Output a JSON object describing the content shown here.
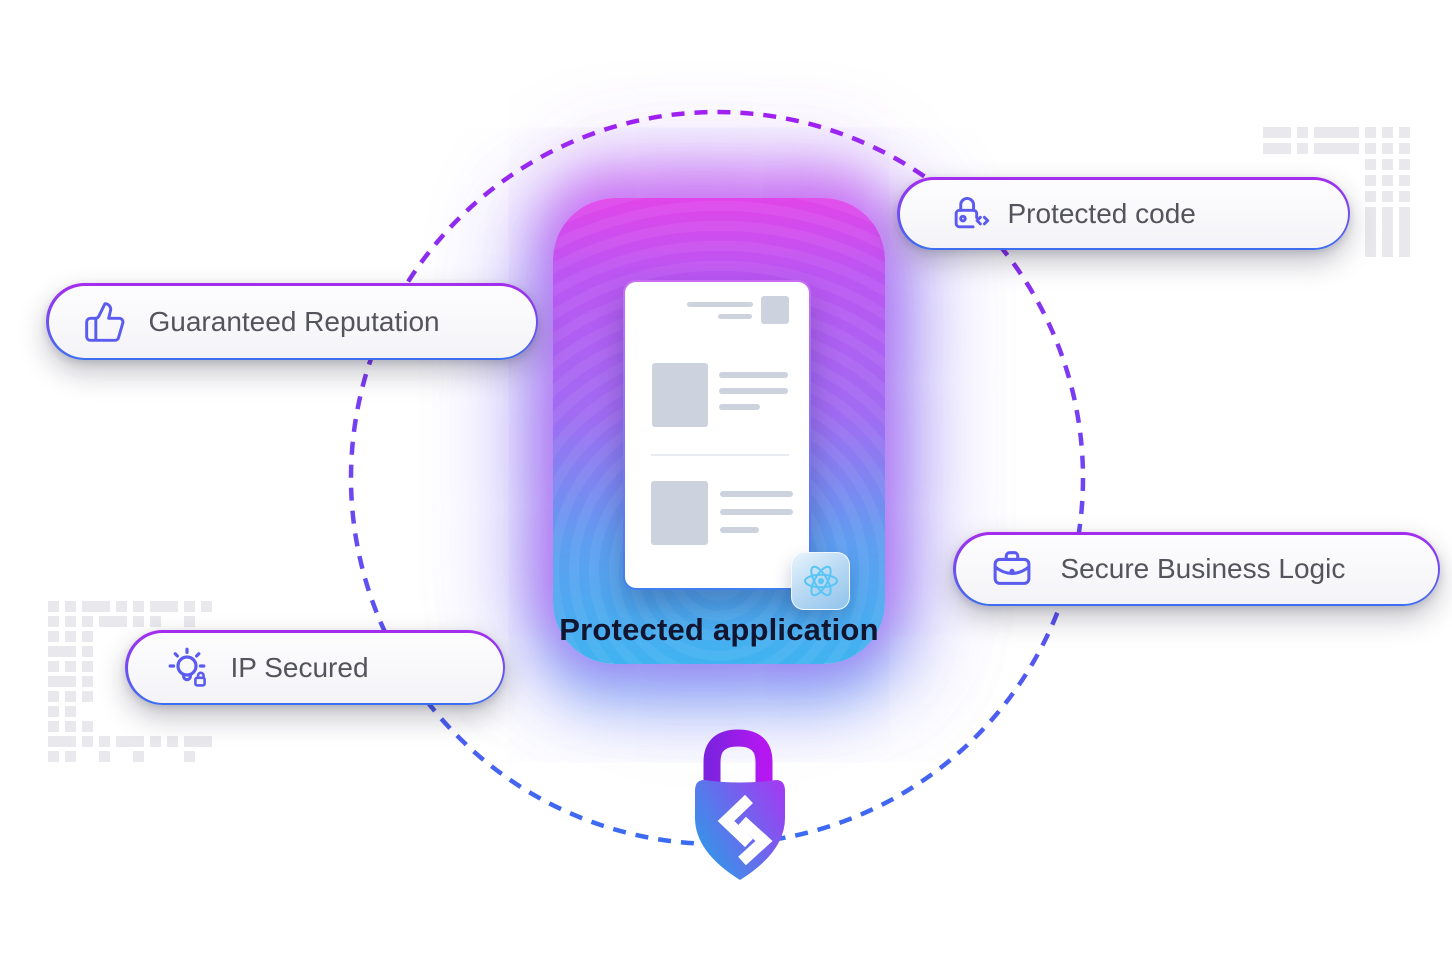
{
  "illustration": {
    "center": {
      "title": "Protected application",
      "badge_icon": "react-logo-icon"
    },
    "pills": [
      {
        "label": "Guaranteed Reputation",
        "icon": "thumbs-up-icon"
      },
      {
        "label": "Protected code",
        "icon": "lock-code-icon"
      },
      {
        "label": "Secure Business Logic",
        "icon": "briefcase-icon"
      },
      {
        "label": "IP Secured",
        "icon": "bulb-lock-icon"
      }
    ],
    "logo_icon": "shield-lock-icon",
    "colors": {
      "pill_icon": "#5b5bf0",
      "pill_text": "#54545c",
      "pill_border_top": "#a52cee",
      "pill_border_bottom": "#3c6ff0",
      "title_text": "#11152f",
      "card_top": "#e145ea",
      "card_mid": "#a06cf2",
      "card_bottom": "#40b3f0",
      "ring_top": "#a11ff2",
      "ring_bottom": "#3b6bf2",
      "shackle_from": "#7e22e0",
      "shackle_to": "#b517f0",
      "shield_from": "#2f9ae8",
      "shield_to": "#a23bf2",
      "react_blue": "#59c5f2",
      "doc_placeholder": "#ccd3de",
      "pattern_gray": "#e8e8ed",
      "glyph_white": "#ffffff"
    }
  }
}
